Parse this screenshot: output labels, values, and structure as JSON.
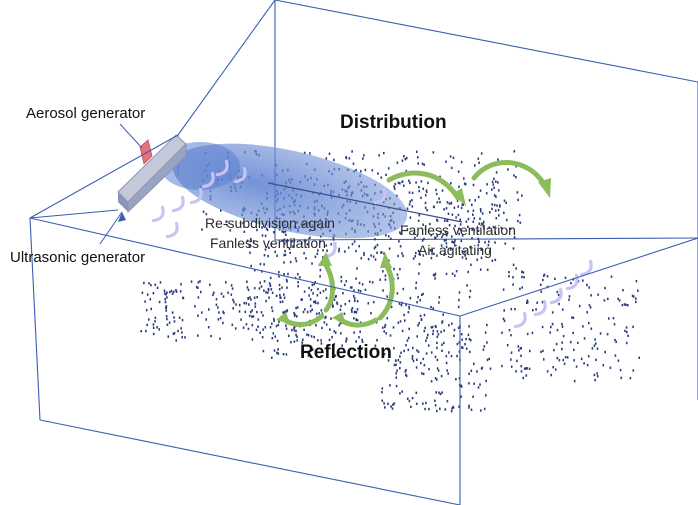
{
  "figure": {
    "labels": {
      "aerosol_generator": "Aerosol generator",
      "ultrasonic_generator": "Ultrasonic generator",
      "distribution": "Distribution",
      "reflection": "Reflection",
      "resubdivision_line1": "Re-subdivision again",
      "resubdivision_line2": "Fanless ventilation",
      "fanless_line1": "Fanless ventilation",
      "fanless_line2": "Air agitating"
    },
    "colors": {
      "box_edge": "#3a5fb0",
      "particle": "#2a3c7a",
      "plume": "#5b7fd0",
      "airflow_arrow": "#8cbc5c",
      "ultrasonic_wave": "#c8c3f2",
      "aerosol_emitter": "#e8707a",
      "ultrasonic_emitter": "#8a96b4"
    },
    "icons": {
      "airflow": "curved-arrow-icon",
      "wave": "ultrasonic-wave-icon"
    }
  }
}
